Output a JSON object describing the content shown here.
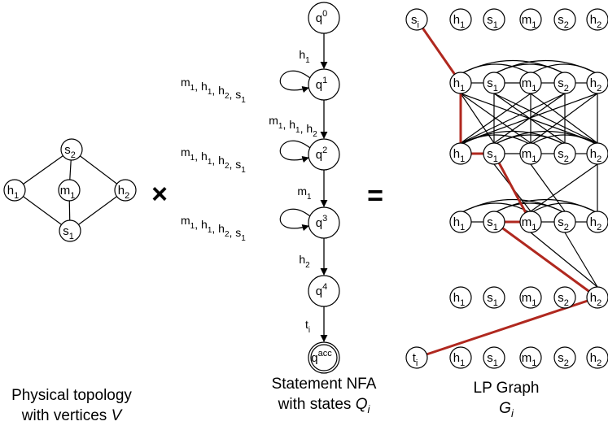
{
  "colors": {
    "edge": "#000000",
    "path": "#b0281f",
    "node_fill": "#ffffff"
  },
  "topology": {
    "caption_line1": "Physical topology",
    "caption_line2_prefix": "with vertices ",
    "caption_line2_var": "V",
    "nodes": {
      "h1": {
        "base": "h",
        "sub": "1"
      },
      "s2": {
        "base": "s",
        "sub": "2"
      },
      "m1": {
        "base": "m",
        "sub": "1"
      },
      "h2": {
        "base": "h",
        "sub": "2"
      },
      "s1": {
        "base": "s",
        "sub": "1"
      }
    }
  },
  "ops": {
    "times": "×",
    "equals": "="
  },
  "nfa": {
    "caption_line1": "Statement NFA",
    "caption_line2_prefix": "with states ",
    "caption_line2_var": "Q",
    "caption_line2_sub": "i",
    "states": [
      {
        "base": "q",
        "sup": "0"
      },
      {
        "base": "q",
        "sup": "1"
      },
      {
        "base": "q",
        "sup": "2"
      },
      {
        "base": "q",
        "sup": "3"
      },
      {
        "base": "q",
        "sup": "4"
      },
      {
        "base": "q",
        "sup": "acc"
      }
    ],
    "transitions": [
      {
        "label": [
          [
            "h",
            "1"
          ]
        ]
      },
      {
        "label": [
          [
            "m",
            "1"
          ],
          [
            "h",
            "1"
          ],
          [
            "h",
            "2"
          ]
        ]
      },
      {
        "label": [
          [
            "m",
            "1"
          ]
        ]
      },
      {
        "label": [
          [
            "h",
            "2"
          ]
        ]
      },
      {
        "label": [
          [
            "t",
            "i"
          ]
        ]
      }
    ],
    "loops": [
      {
        "label": [
          [
            "m",
            "1"
          ],
          [
            "h",
            "1"
          ],
          [
            "h",
            "2"
          ],
          [
            "s",
            "1"
          ]
        ]
      },
      {
        "label": [
          [
            "m",
            "1"
          ],
          [
            "h",
            "1"
          ],
          [
            "h",
            "2"
          ],
          [
            "s",
            "1"
          ]
        ]
      },
      {
        "label": [
          [
            "m",
            "1"
          ],
          [
            "h",
            "1"
          ],
          [
            "h",
            "2"
          ],
          [
            "s",
            "1"
          ]
        ]
      }
    ]
  },
  "lp": {
    "caption_line1": "LP Graph",
    "caption_line2_var": "G",
    "caption_line2_sub": "i",
    "row0": [
      {
        "base": "s",
        "sub": "i"
      },
      {
        "base": "h",
        "sub": "1"
      },
      {
        "base": "s",
        "sub": "1"
      },
      {
        "base": "m",
        "sub": "1"
      },
      {
        "base": "s",
        "sub": "2"
      },
      {
        "base": "h",
        "sub": "2"
      }
    ],
    "row1": [
      {
        "base": "h",
        "sub": "1"
      },
      {
        "base": "s",
        "sub": "1"
      },
      {
        "base": "m",
        "sub": "1"
      },
      {
        "base": "s",
        "sub": "2"
      },
      {
        "base": "h",
        "sub": "2"
      }
    ],
    "row2": [
      {
        "base": "h",
        "sub": "1"
      },
      {
        "base": "s",
        "sub": "1"
      },
      {
        "base": "m",
        "sub": "1"
      },
      {
        "base": "s",
        "sub": "2"
      },
      {
        "base": "h",
        "sub": "2"
      }
    ],
    "row3": [
      {
        "base": "h",
        "sub": "1"
      },
      {
        "base": "s",
        "sub": "1"
      },
      {
        "base": "m",
        "sub": "1"
      },
      {
        "base": "s",
        "sub": "2"
      },
      {
        "base": "h",
        "sub": "2"
      }
    ],
    "row4": [
      {
        "base": "h",
        "sub": "1"
      },
      {
        "base": "s",
        "sub": "1"
      },
      {
        "base": "m",
        "sub": "1"
      },
      {
        "base": "s",
        "sub": "2"
      },
      {
        "base": "h",
        "sub": "2"
      }
    ],
    "row5": [
      {
        "base": "t",
        "sub": "i"
      },
      {
        "base": "h",
        "sub": "1"
      },
      {
        "base": "s",
        "sub": "1"
      },
      {
        "base": "m",
        "sub": "1"
      },
      {
        "base": "s",
        "sub": "2"
      },
      {
        "base": "h",
        "sub": "2"
      }
    ]
  }
}
